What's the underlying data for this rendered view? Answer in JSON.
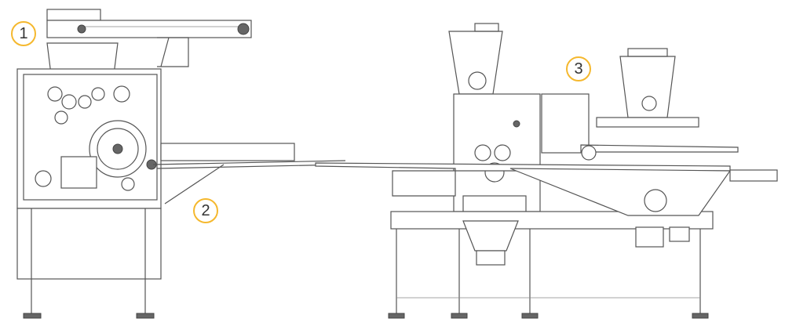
{
  "callouts": [
    {
      "label": "1",
      "section": "dough-feeding-machine"
    },
    {
      "label": "2",
      "section": "transfer-conveyor"
    },
    {
      "label": "3",
      "section": "filling-forming-machine"
    }
  ],
  "colors": {
    "callout_ring": "#f5b82e",
    "line": "#555555"
  }
}
